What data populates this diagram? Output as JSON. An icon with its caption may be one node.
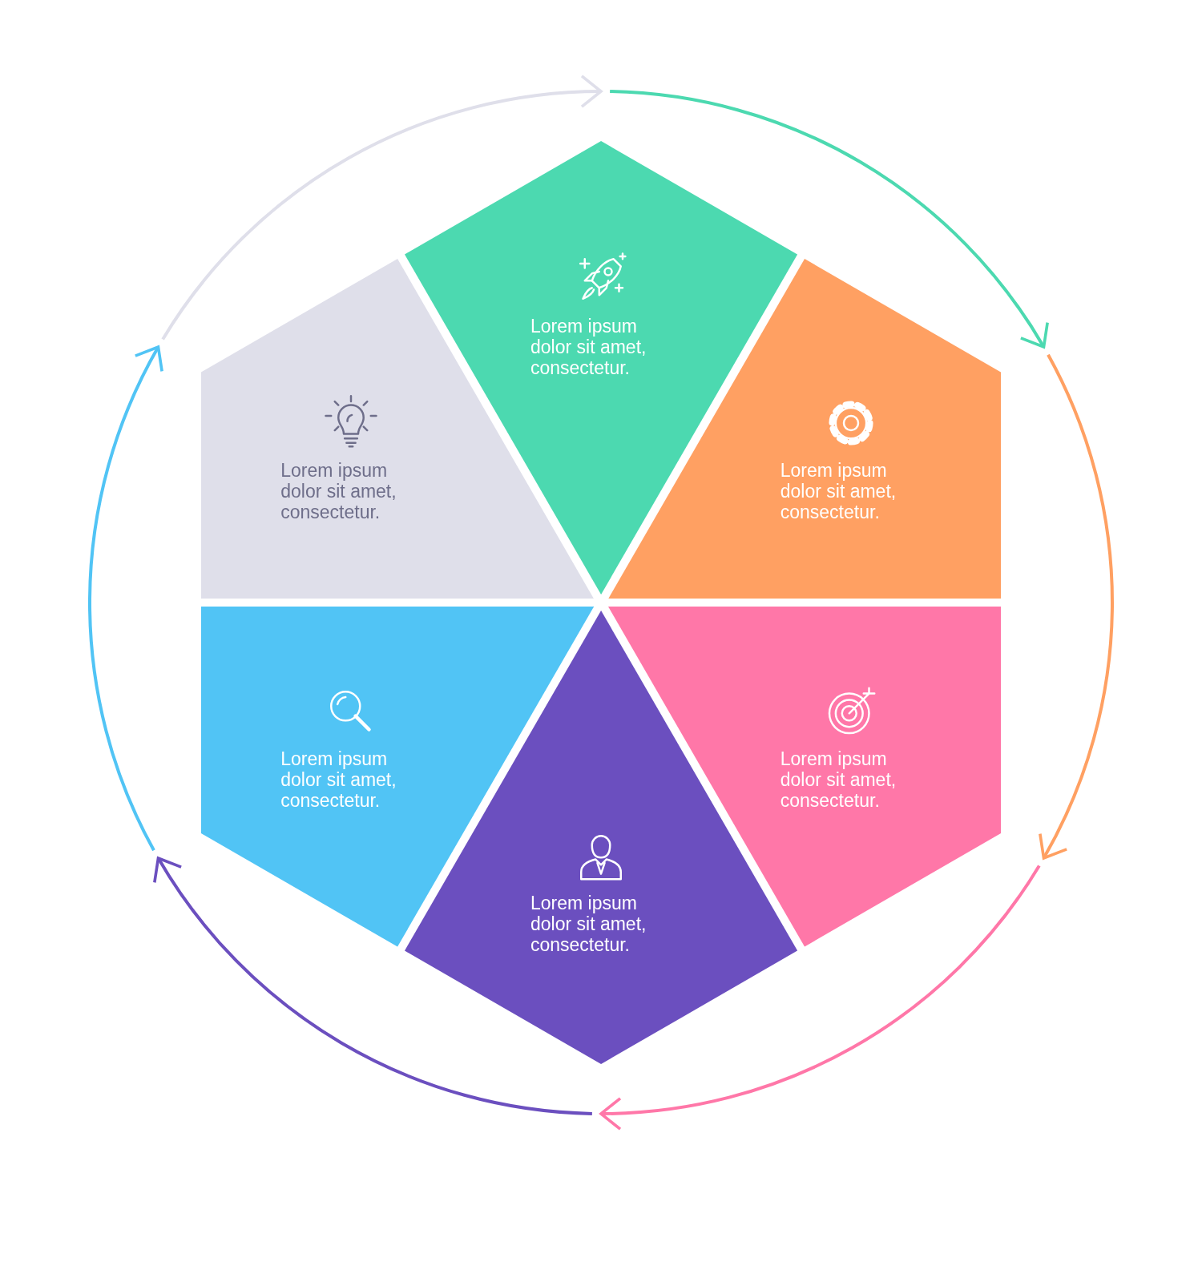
{
  "diagram": {
    "nodes": [
      {
        "text": [
          "Lorem ipsum dolor sit amet, consectetur."
        ]
      },
      {
        "text": [
          "Lorem ipsum dolor sit amet, consectetur."
        ]
      },
      {
        "text": [
          "Lorem ipsum dolor sit amet, consectetur."
        ]
      },
      {
        "text": [
          "Lorem ipsum dolor sit amet, consectetur."
        ]
      },
      {
        "text": [
          "Lorem ipsum dolor sit amet, consectetur."
        ]
      },
      {
        "text": [
          "Lorem ipsum dolor sit amet, consectetur."
        ]
      }
    ]
  }
}
